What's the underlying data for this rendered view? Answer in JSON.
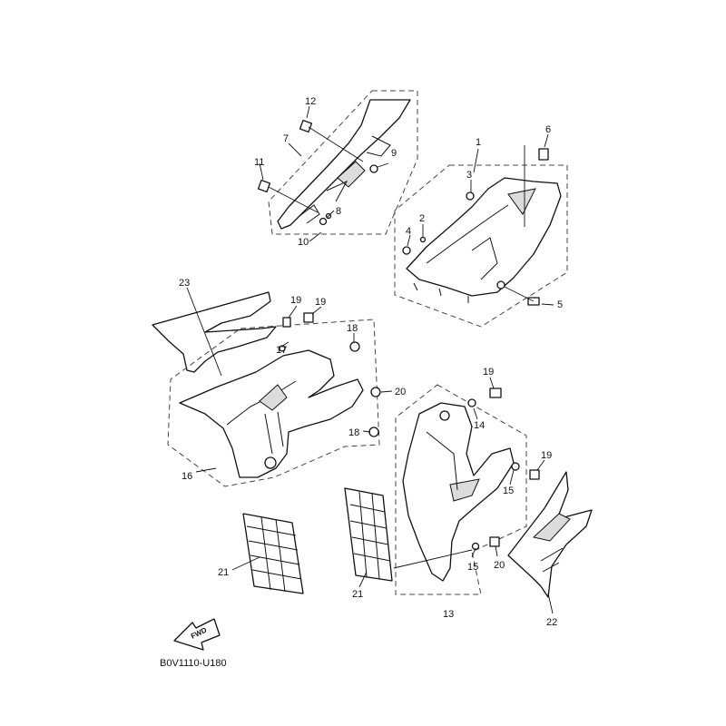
{
  "diagram": {
    "drawing_code": "B0V1110-U180",
    "fwd_label": "FWD",
    "callouts": [
      "1",
      "2",
      "3",
      "4",
      "5",
      "6",
      "7",
      "8",
      "9",
      "10",
      "11",
      "12",
      "13",
      "14",
      "15",
      "15",
      "16",
      "17",
      "18",
      "18",
      "19",
      "19",
      "19",
      "19",
      "20",
      "20",
      "21",
      "21",
      "22",
      "23"
    ]
  }
}
